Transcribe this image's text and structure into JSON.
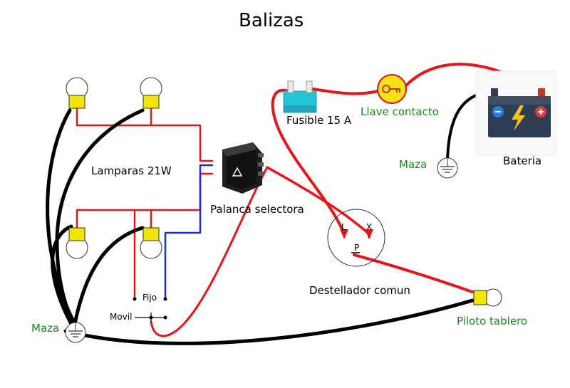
{
  "title": "Balizas",
  "labels": {
    "lamps": "Lamparas 21W",
    "switch": "Palanca selectora",
    "fuse": "Fusible 15 A",
    "key": "Llave contacto",
    "battery": "Bateria",
    "ground_battery": "Maza",
    "ground_main": "Maza",
    "flasher": "Destellador comun",
    "pilot": "Piloto tablero",
    "fixed": "Fijo",
    "moving": "Movil",
    "flasher_l": "L",
    "flasher_x": "X",
    "flasher_p": "P"
  },
  "colors": {
    "red_wire": "#e8141b",
    "black_wire": "#000000",
    "blue_wire": "#1a2fd6",
    "bulb_base": "#f2e600",
    "fuse": "#27c4d8",
    "key_circle": "#f7e21a",
    "green_text": "#1a8a1a"
  },
  "icons": [
    "bulb-icon",
    "switch-icon",
    "fuse-icon",
    "key-icon",
    "battery-icon",
    "ground-icon",
    "flasher-icon"
  ]
}
